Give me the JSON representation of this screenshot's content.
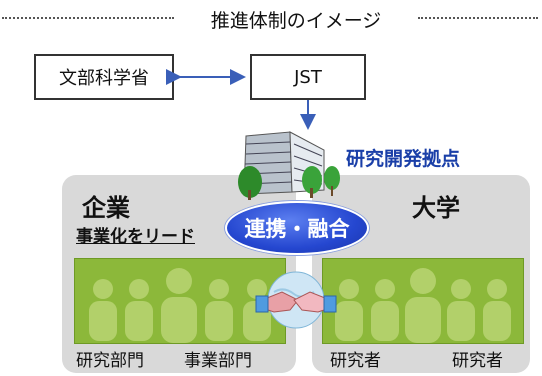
{
  "title": "推進体制のイメージ",
  "nodes": {
    "mext": "文部科学省",
    "jst": "JST",
    "hub": "研究開発拠点",
    "collab": "連携・融合"
  },
  "industry": {
    "title": "企業",
    "subtitle": "事業化をリード",
    "labels": [
      "研究部門",
      "事業部門"
    ]
  },
  "university": {
    "title": "大学",
    "labels": [
      "研究者",
      "研究者"
    ]
  },
  "colors": {
    "panel": "#d9d9d9",
    "people_bg": "#8cb83a",
    "collab_oval": "#2547d0",
    "hub_text": "#1a3fa8"
  }
}
